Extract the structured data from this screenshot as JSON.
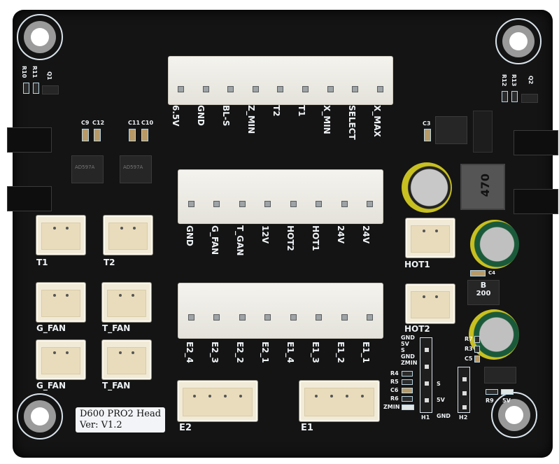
{
  "board": {
    "name": "D600 PRO2 Head",
    "version": "Ver: V1.2",
    "colors": {
      "pcb": "#141414",
      "silkscreen": "#eef2f5",
      "connector": "#f1ead7"
    }
  },
  "top_header": {
    "pins": [
      "6.5V",
      "GND",
      "BL-S",
      "Z_MIN",
      "T2",
      "T1",
      "X_MIN",
      "SELECT",
      "X_MAX"
    ]
  },
  "middle_header": {
    "pins": [
      "GND",
      "G_FAN",
      "T_GAN",
      "12V",
      "HOT2",
      "HOT1",
      "24V",
      "24V"
    ]
  },
  "bottom_header": {
    "pins": [
      "E2_4",
      "E2_3",
      "E2_2",
      "E2_1",
      "E1_4",
      "E1_3",
      "E1_2",
      "E1_1"
    ]
  },
  "connectors": {
    "t1": "T1",
    "t2": "T2",
    "g_fan_1": "G_FAN",
    "t_fan_1": "T_FAN",
    "g_fan_2": "G_FAN",
    "t_fan_2": "T_FAN",
    "hot1": "HOT1",
    "hot2": "HOT2",
    "e1": "E1",
    "e2": "E2"
  },
  "components": {
    "r10": "R10",
    "r11": "R11",
    "q1": "Q1",
    "r12": "R12",
    "r13": "R13",
    "q2": "Q2",
    "c9": "C9",
    "c12": "C12",
    "c11": "C11",
    "c10": "C10",
    "c3": "C3",
    "c4": "C4",
    "c5": "C5",
    "c6": "C6",
    "r3": "R3",
    "r4": "R4",
    "r5": "R5",
    "r6": "R6",
    "r7": "R7",
    "r9": "R9",
    "led_zmin": "ZMIN",
    "led_5v": "5V",
    "inductor_value": "470",
    "fuse_top": "B",
    "fuse_bottom": "200",
    "ic_marking": "AD597A"
  },
  "h1": {
    "name": "H1",
    "left_labels": [
      "GND",
      "5V",
      "S",
      "GND",
      "ZMIN"
    ],
    "right_labels": [
      "S",
      "5V",
      "GND"
    ]
  },
  "h2": {
    "name": "H2"
  }
}
